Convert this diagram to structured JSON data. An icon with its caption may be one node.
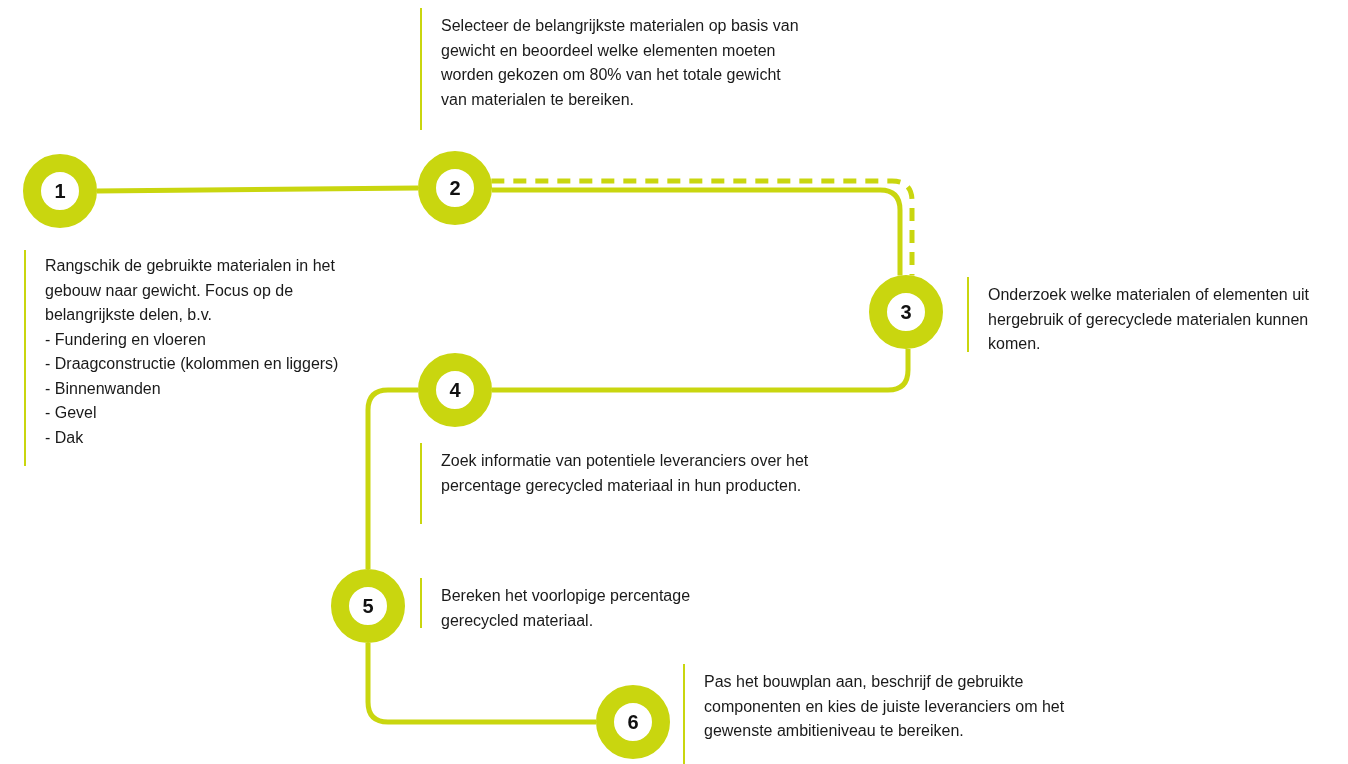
{
  "diagram": {
    "nodes": [
      {
        "text": [
          "1"
        ],
        "beside": [
          "Rangschik de gebruikte materialen in het gebouw naar gewicht. Focus op de belangrijkste delen, b.v.",
          "- Fundering en vloeren",
          "- Draagconstructie (kolommen en liggers)",
          "- Binnenwanden",
          "- Gevel",
          "- Dak"
        ]
      },
      {
        "text": [
          "2"
        ],
        "beside": [
          "Selecteer de belangrijkste materialen op basis van gewicht en beoordeel welke elementen moeten worden gekozen om 80% van het totale gewicht van materialen te bereiken."
        ]
      },
      {
        "text": [
          "3"
        ],
        "beside": [
          "Onderzoek welke materialen of elementen uit hergebruik of gerecyclede materialen kunnen komen."
        ]
      },
      {
        "text": [
          "4"
        ],
        "beside": [
          "Zoek informatie van potentiele leveranciers over het percentage gerecycled materiaal in hun producten."
        ]
      },
      {
        "text": [
          "5"
        ],
        "beside": [
          "Bereken het voorlopige percentage gerecycled materiaal."
        ]
      },
      {
        "text": [
          "6"
        ],
        "beside": [
          "Pas het bouwplan aan, beschrijf de gebruikte componenten en kies de juiste leveranciers om het gewenste ambitieniveau te bereiken."
        ]
      }
    ],
    "edges": [
      {
        "from": 0,
        "to": 1,
        "arrow": "none"
      },
      {
        "from": 1,
        "to": 2,
        "arrow": "none"
      },
      {
        "from": 1,
        "to": 2,
        "arrow": "none",
        "style": "dashed"
      },
      {
        "from": 2,
        "to": 3,
        "arrow": "none"
      },
      {
        "from": 3,
        "to": 4,
        "arrow": "none"
      },
      {
        "from": 4,
        "to": 5,
        "arrow": "none"
      }
    ]
  }
}
